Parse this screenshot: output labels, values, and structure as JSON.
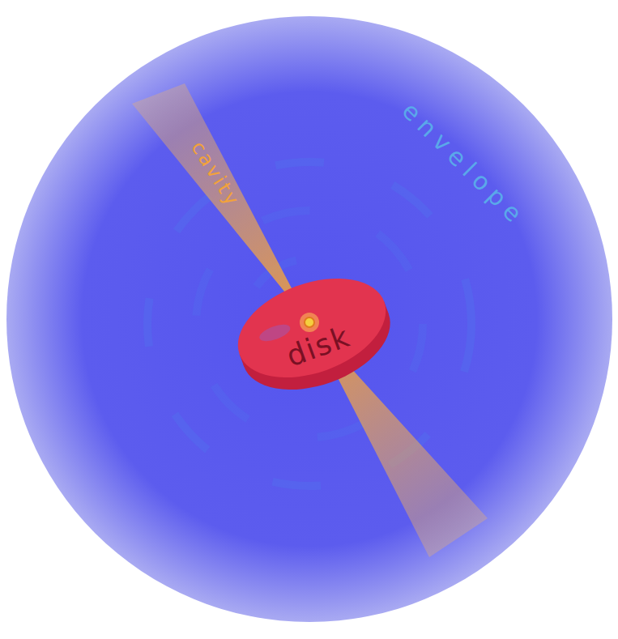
{
  "diagram": {
    "nodes": [
      {
        "text": [
          "envelope"
        ]
      },
      {
        "text": [
          "cavity"
        ],
        "in": 0
      },
      {
        "text": [
          "disk"
        ],
        "in": 0
      }
    ]
  }
}
